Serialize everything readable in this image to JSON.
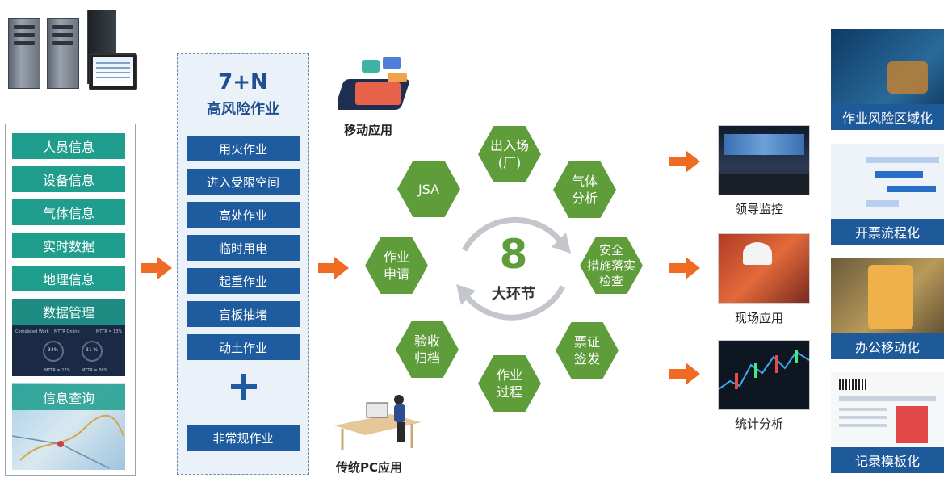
{
  "sources": {
    "left_items": [
      "人员信息",
      "设备信息",
      "气体信息",
      "实时数据",
      "地理信息",
      "数据管理",
      "信息查询"
    ],
    "dashboard_text": [
      "Completed Work",
      "MTTR Online",
      "MTTR = 13%",
      "34%",
      "31 %",
      "MTTR = 22%",
      "MTTR = 30%"
    ]
  },
  "high_risk": {
    "title_top": "7+N",
    "title_bottom": "高风险作业",
    "items": [
      "用火作业",
      "进入受限空间",
      "高处作业",
      "临时用电",
      "起重作业",
      "盲板抽堵",
      "动土作业"
    ],
    "extra": "非常规作业"
  },
  "apps": {
    "mobile": "移动应用",
    "pc": "传统PC应用"
  },
  "cycle": {
    "number": "8",
    "caption": "大环节",
    "steps": [
      {
        "label": "出入场\n(厂)"
      },
      {
        "label": "气体\n分析"
      },
      {
        "label": "安全\n措施落实\n检查"
      },
      {
        "label": "票证\n签发"
      },
      {
        "label": "作业\n过程"
      },
      {
        "label": "验收\n归档"
      },
      {
        "label": "作业\n申请"
      },
      {
        "label": "JSA"
      }
    ]
  },
  "outputs": [
    "领导监控",
    "现场应用",
    "统计分析"
  ],
  "features": [
    "作业风险区域化",
    "开票流程化",
    "办公移动化",
    "记录模板化"
  ],
  "colors": {
    "teal": "#1f9e8e",
    "blue": "#1f5c9f",
    "green": "#5f9d3a",
    "orange": "#ef6a23"
  }
}
